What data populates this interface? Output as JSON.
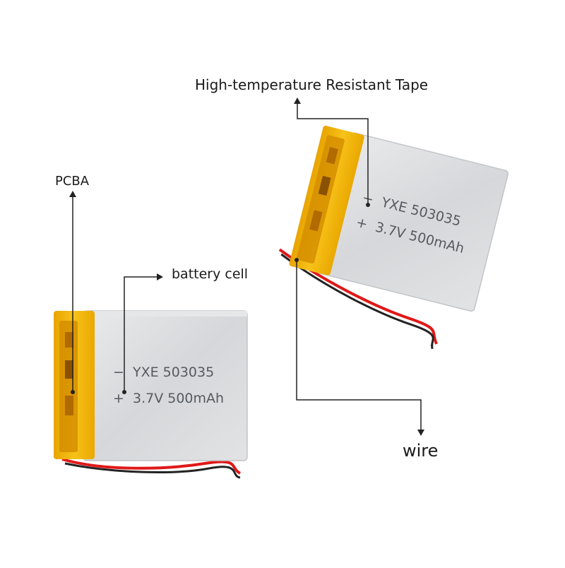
{
  "callouts": {
    "tape": "High-temperature Resistant Tape",
    "pcba": "PCBA",
    "cell": "battery cell",
    "wire": "wire"
  },
  "battery_label": {
    "minus": "−",
    "model": "YXE 503035",
    "plus": "+",
    "spec": "3.7V 500mAh"
  },
  "colors": {
    "background": "#ffffff",
    "tape": "#f2b400",
    "cell": "#dcdde0",
    "wire_red": "#e01818",
    "wire_black": "#222222",
    "leader": "#222222"
  },
  "icons": [
    "arrow-up-icon",
    "arrow-right-icon",
    "arrow-down-icon"
  ]
}
